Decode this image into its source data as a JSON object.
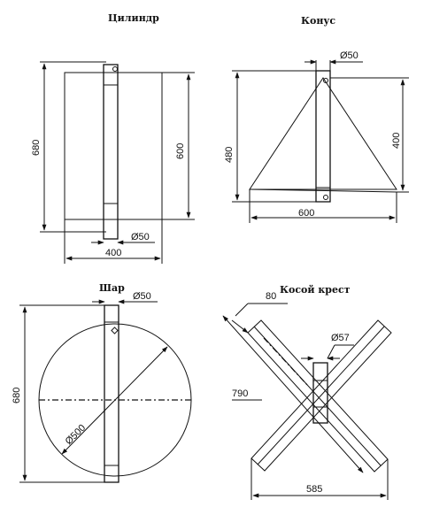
{
  "titles": {
    "cylinder": "Цилиндр",
    "cone": "Конус",
    "sphere": "Шар",
    "cross": "Косой крест"
  },
  "dimensions": {
    "cylinder_height": "680",
    "cylinder_body_height": "600",
    "cylinder_width": "400",
    "cylinder_pole_dia": "Ø50",
    "cone_pole_dia": "Ø50",
    "cone_height_total": "480",
    "cone_height_body": "400",
    "cone_width": "600",
    "sphere_pole_dia": "Ø50",
    "sphere_height": "680",
    "sphere_dia": "Ø500",
    "cross_bar_width": "80",
    "cross_pole_dia": "Ø57",
    "cross_bar_length": "790",
    "cross_span": "585"
  }
}
